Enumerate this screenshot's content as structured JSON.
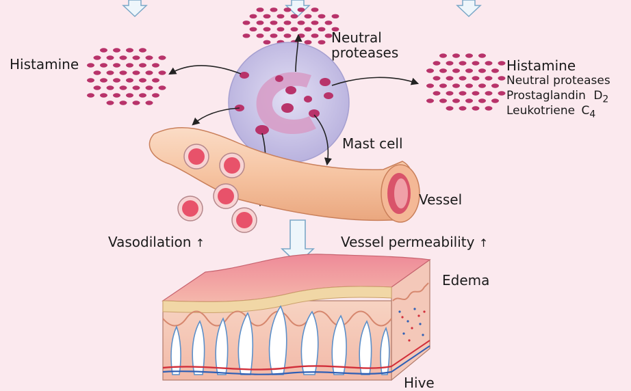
{
  "labels": {
    "histamine_left": "Histamine",
    "neutral_proteases_line1": "Neutral",
    "neutral_proteases_line2": "proteases",
    "histamine_right": "Histamine",
    "mediator_neutral": "Neutral proteases",
    "mediator_prostaglandin": "Prostaglandin",
    "mediator_prostaglandin_sub": "D",
    "mediator_prostaglandin_num": "2",
    "mediator_leukotriene": "Leukotriene",
    "mediator_leukotriene_sub": "C",
    "mediator_leukotriene_num": "4",
    "mast_cell": "Mast cell",
    "vessel": "Vessel",
    "vasodilation": "Vasodilation",
    "vessel_permeability": "Vessel permeability",
    "up_arrow": "↑",
    "edema": "Edema",
    "hive": "Hive"
  },
  "colors": {
    "granule": "#b8336a",
    "cell_body": "#c9c3e6",
    "nucleus": "#d79bc6",
    "vessel": "#f6c9a8",
    "rbc": "#e8526a",
    "skin_top": "#f08f9a",
    "background": "#fbe9ee"
  }
}
